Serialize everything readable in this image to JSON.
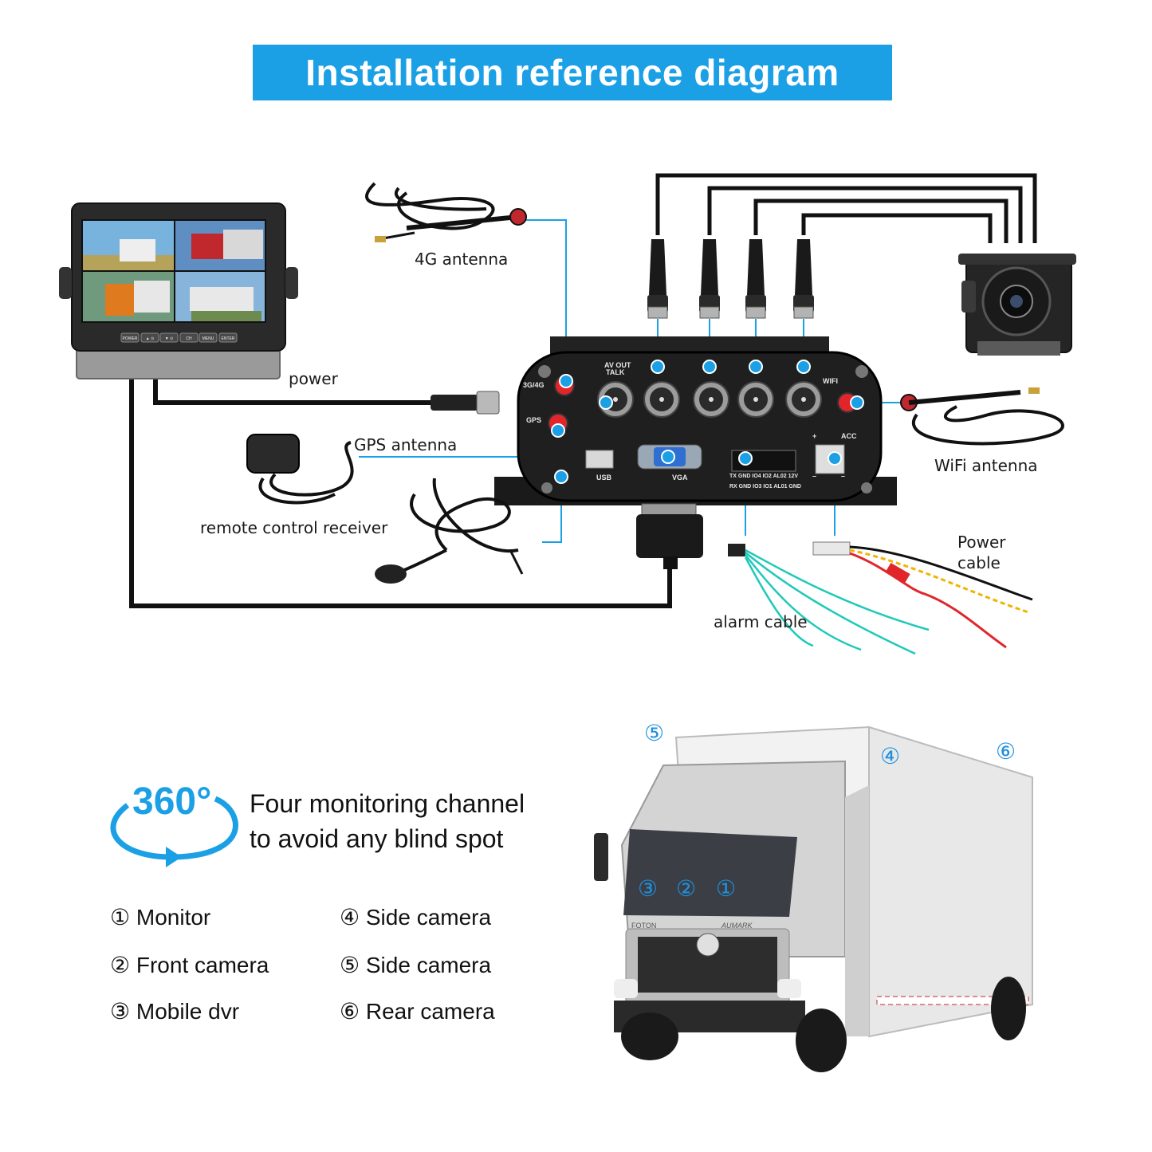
{
  "title": "Installation reference diagram",
  "labels": {
    "antenna_4g": "4G antenna",
    "power": "power",
    "gps_antenna": "GPS antenna",
    "remote_receiver": "remote control receiver",
    "wifi_antenna": "WiFi antenna",
    "power_cable_1": "Power",
    "power_cable_2": "cable",
    "alarm_cable": "alarm cable"
  },
  "dvr_ports": {
    "p3g4g": "3G/4G",
    "gps": "GPS",
    "av_out": "AV OUT",
    "talk": "TALK",
    "wifi": "WIFI",
    "usb": "USB",
    "vga": "VGA",
    "acc": "ACC",
    "plus": "+",
    "minus1": "–",
    "minus2": "–",
    "io_row1": "TX GND IO4 IO2 AL02 12V",
    "io_row2": "RX GND IO3 IO1 AL01 GND"
  },
  "monitor_buttons": [
    "POWER",
    "▲ ⊙",
    "▼ ⊙",
    "CH",
    "MENU",
    "ENTER"
  ],
  "view_360": "360°",
  "tagline_1": "Four monitoring channel",
  "tagline_2": "to avoid any blind spot",
  "legend": [
    "① Monitor",
    "② Front camera",
    "③ Mobile dvr",
    "④ Side camera",
    "⑤ Side camera",
    "⑥ Rear camera"
  ],
  "truck_markers": {
    "m1": "①",
    "m2": "②",
    "m3": "③",
    "m4": "④",
    "m5": "⑤",
    "m6": "⑥"
  },
  "truck_brand": "FOTON",
  "truck_model": "AUMARK",
  "colors": {
    "accent": "#1ba0e6",
    "callout_line": "#1ba0e6",
    "cable": "#111111",
    "dvr_body": "#1c1c1c",
    "antenna_tip": "#e0262b",
    "alarm_wire": "#1fc9b8"
  }
}
